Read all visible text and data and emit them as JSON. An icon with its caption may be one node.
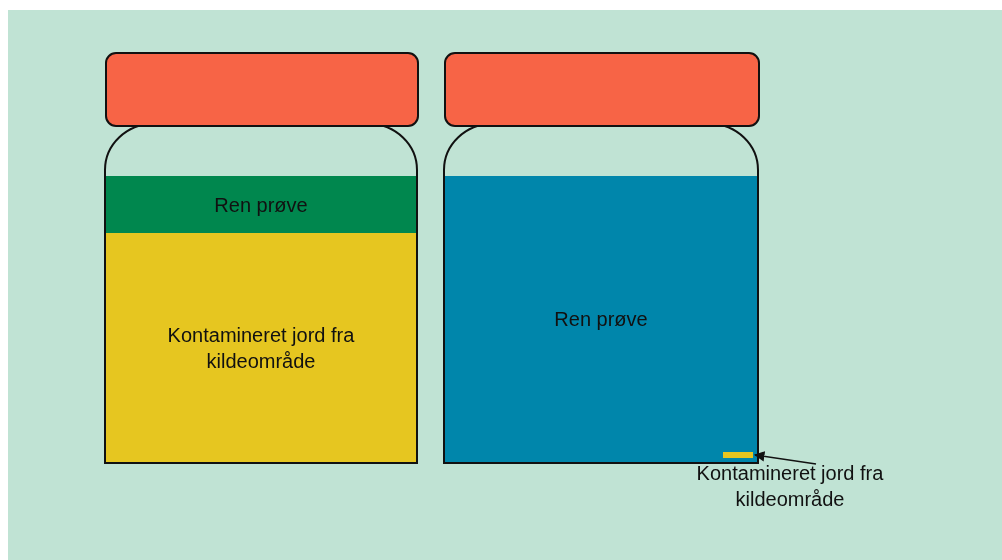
{
  "diagram": {
    "nodes": [
      {
        "text": [],
        "shape": "jar"
      },
      {
        "text": [
          "Ren prøve"
        ],
        "in": 0
      },
      {
        "text": [
          "Kontamineret jord fra kildeområde"
        ],
        "in": 0
      },
      {
        "text": [],
        "shape": "jar"
      },
      {
        "text": [
          "Ren prøve"
        ],
        "in": 3
      },
      {
        "text": [],
        "shape": "bar",
        "in": 4
      },
      {
        "text": [
          "Kontamineret jord fra kildeområde"
        ]
      }
    ],
    "edges": [
      {
        "from": 6,
        "to": 5,
        "arrow": "to"
      }
    ]
  }
}
